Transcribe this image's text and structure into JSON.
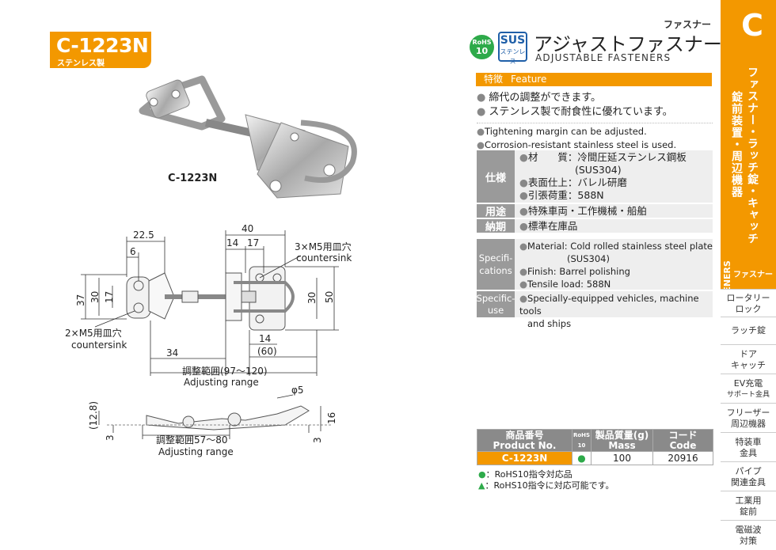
{
  "product": {
    "code": "C-1223N",
    "material_label": "ステンレス製"
  },
  "header": {
    "category_small": "ファスナー",
    "rohs_line1": "RoHS",
    "rohs_line2": "10",
    "sus_line1": "SUS",
    "sus_line2": "ステンレス",
    "title_jp": "アジャストファスナー",
    "title_en": "ADJUSTABLE FASTENERS"
  },
  "feature": {
    "label_jp": "特徴",
    "label_en": "Feature",
    "items_jp": [
      "締代の調整ができます。",
      "ステンレス製で耐食性に優れています。"
    ],
    "items_en": [
      "Tightening margin can be adjusted.",
      "Corrosion-resistant stainless steel is used."
    ]
  },
  "spec_jp": {
    "label": "仕様",
    "material": "材　　質：冷間圧延ステンレス鋼板",
    "material2": "(SUS304)",
    "finish": "表面仕上：バレル研磨",
    "load": "引張荷重：588N",
    "use_label": "用途",
    "use": "特殊車両・工作機械・船舶",
    "delivery_label": "納期",
    "delivery": "標準在庫品"
  },
  "spec_en": {
    "label": "Specifi-cations",
    "material": "Material: Cold rolled stainless steel plate",
    "material2": "(SUS304)",
    "finish": "Finish: Barrel polishing",
    "load": "Tensile load: 588N",
    "use_label": "Specific-use",
    "use": "Specially-equipped vehicles, machine tools",
    "use2": "and ships"
  },
  "photo_label": "C-1223N",
  "drawing": {
    "d40": "40",
    "d22_5": "22.5",
    "d6": "6",
    "d14a": "14",
    "d17a": "17",
    "d37": "37",
    "d30a": "30",
    "d17b": "17",
    "d30b": "30",
    "d50": "50",
    "d14b": "14",
    "d60": "(60)",
    "d34": "34",
    "hole_right_jp": "3×M5用皿穴",
    "hole_right_en": "countersink",
    "hole_left_jp": "2×M5用皿穴",
    "hole_left_en": "countersink",
    "range1_jp": "調整範囲(97〜120)",
    "range1_en": "Adjusting range",
    "phi5": "φ5",
    "d12_8": "(12.8)",
    "d3a": "3",
    "d3b": "3",
    "d16": "16",
    "range2_jp": "調整範囲57〜80",
    "range2_en": "Adjusting range"
  },
  "table": {
    "h_no_jp": "商品番号",
    "h_no_en": "Product No.",
    "h_rohs1": "RoHS",
    "h_rohs2": "10",
    "h_mass_jp": "製品質量(g)",
    "h_mass_en": "Mass",
    "h_code_jp": "コード",
    "h_code_en": "Code",
    "row": {
      "no": "C-1223N",
      "rohs": "●",
      "mass": "100",
      "code": "20916"
    }
  },
  "legend": {
    "item1_sym": "●",
    "item1": "：RoHS10指令対応品",
    "item2_sym": "▲",
    "item2": "：RoHS10指令に対応可能です。"
  },
  "side": {
    "letter": "C",
    "vertical": "ファスナー・ラッチ錠・キャッチ",
    "vertical2": "錠前装置・周辺機器",
    "fasteners_en": "FASTENERS",
    "active_jp": "ファスナー",
    "tabs": [
      [
        "ロータリー",
        "ロック"
      ],
      [
        "ラッチ錠",
        ""
      ],
      [
        "ドア",
        "キャッチ"
      ],
      [
        "EV充電",
        "サポート金具"
      ],
      [
        "フリーザー",
        "周辺機器"
      ],
      [
        "特装車",
        "金具"
      ],
      [
        "パイプ",
        "関連金具"
      ],
      [
        "工業用",
        "錠前"
      ],
      [
        "電磁波",
        "対策"
      ]
    ]
  },
  "colors": {
    "accent": "#f39800",
    "rohs_green": "#2eaa4a",
    "sus_blue": "#1f5fa8",
    "spec_gray": "#9a9a9a"
  }
}
